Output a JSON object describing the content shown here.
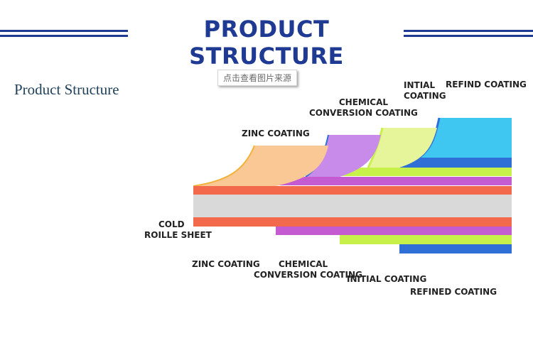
{
  "header": {
    "title": "PRODUCT STRUCTURE"
  },
  "subtitle": "Product Structure",
  "watermark": "点击查看图片来源",
  "labels": {
    "initial_top_1": "INTIAL",
    "initial_top_2": "COATING",
    "refind_top": "REFIND COATING",
    "chemical_top_1": "CHEMICAL",
    "chemical_top_2": "CONVERSION COATING",
    "zinc_top": "ZINC COATING",
    "cold_1": "COLD",
    "cold_2": "ROILLE SHEET",
    "zinc_bottom": "ZINC COATING",
    "chemical_bottom_1": "CHEMICAL",
    "chemical_bottom_2": "CONVERSION COATING",
    "initial_bottom": "INITIAL COATING",
    "refined_bottom": "REFINED COATING"
  },
  "colors": {
    "title": "#1f3a93",
    "core": "#d9d9d9",
    "zinc_layer": "#f26a4b",
    "zinc_shoulder": "#f9c894",
    "chemical": "#c45bd1",
    "chemical_light": "#c98bea",
    "initial": "#c8f04a",
    "initial_light": "#e6f59a",
    "refined_top": "#3fc7f2",
    "refined_dark": "#2f6fd6"
  }
}
